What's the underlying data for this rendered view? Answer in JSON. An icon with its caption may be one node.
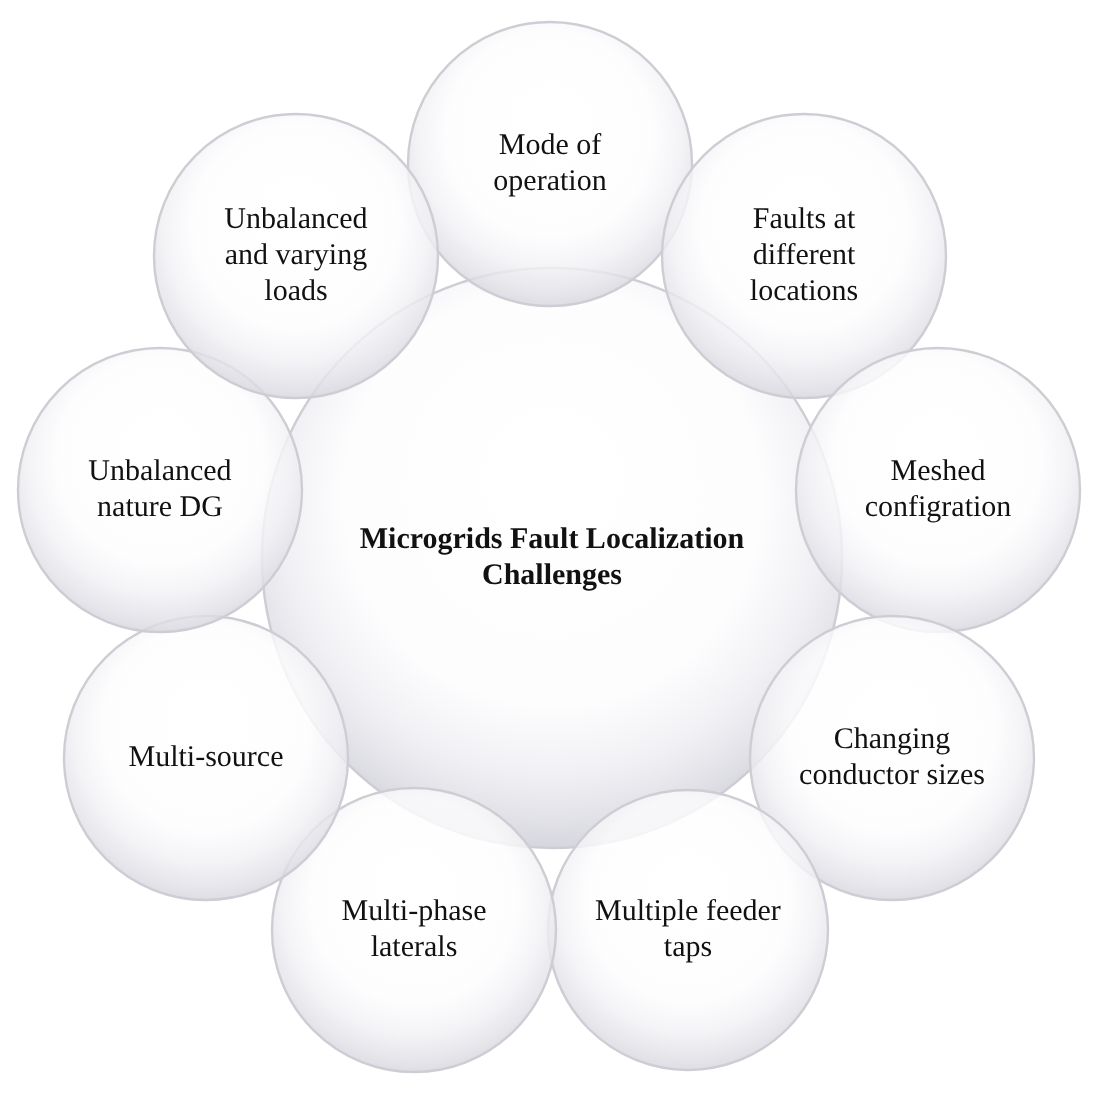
{
  "diagram": {
    "nodes": [
      {
        "text": [
          "Microgrids Fault Localization Challenges"
        ]
      },
      {
        "text": [
          "Mode of operation"
        ]
      },
      {
        "text": [
          "Faults at different locations"
        ]
      },
      {
        "text": [
          "Meshed configration"
        ]
      },
      {
        "text": [
          "Changing conductor sizes"
        ]
      },
      {
        "text": [
          "Multiple feeder taps"
        ]
      },
      {
        "text": [
          "Multi-phase laterals"
        ]
      },
      {
        "text": [
          "Multi-source"
        ]
      },
      {
        "text": [
          "Unbalanced nature DG"
        ]
      },
      {
        "text": [
          "Unbalanced and varying loads"
        ]
      }
    ]
  }
}
